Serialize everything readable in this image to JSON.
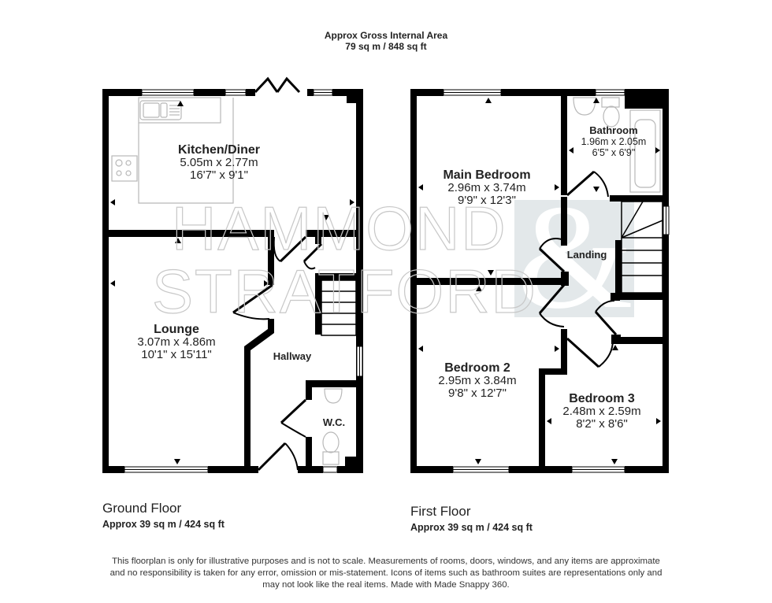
{
  "header": {
    "title": "Approx Gross Internal Area",
    "area": "79 sq m / 848 sq ft"
  },
  "watermark": {
    "line1": "HAMMOND",
    "line2": "STRATFORD",
    "logo_glyph": "&",
    "logo_bg": "#e3e8ea"
  },
  "floors": [
    {
      "title": "Ground Floor",
      "area": "Approx 39 sq m / 424 sq ft",
      "rooms": [
        {
          "name": "Kitchen/Diner",
          "metric": "5.05m x 2.77m",
          "imperial": "16'7\" x 9'1\""
        },
        {
          "name": "Lounge",
          "metric": "3.07m x 4.86m",
          "imperial": "10'1\" x 15'11\""
        },
        {
          "name": "Hallway"
        },
        {
          "name": "W.C."
        }
      ]
    },
    {
      "title": "First Floor",
      "area": "Approx 39 sq m / 424 sq ft",
      "rooms": [
        {
          "name": "Main Bedroom",
          "metric": "2.96m x 3.74m",
          "imperial": "9'9\" x 12'3\""
        },
        {
          "name": "Bathroom",
          "metric": "1.96m x 2.05m",
          "imperial": "6'5\" x 6'9\""
        },
        {
          "name": "Landing"
        },
        {
          "name": "Bedroom 2",
          "metric": "2.95m x 3.84m",
          "imperial": "9'8\" x 12'7\""
        },
        {
          "name": "Bedroom 3",
          "metric": "2.48m x 2.59m",
          "imperial": "8'2\" x 8'6\""
        }
      ]
    }
  ],
  "disclaimer": {
    "line1": "This floorplan is only for illustrative purposes and is not to scale. Measurements of rooms, doors, windows, and any items are approximate",
    "line2": "and no responsibility is taken for any error, omission or mis-statement. Icons of items such as bathroom suites are representations only and",
    "line3": "may not look like the real items. Made with Made Snappy 360."
  },
  "colors": {
    "wall": "#000000",
    "fixture": "#b8b8b8",
    "text": "#222222"
  }
}
